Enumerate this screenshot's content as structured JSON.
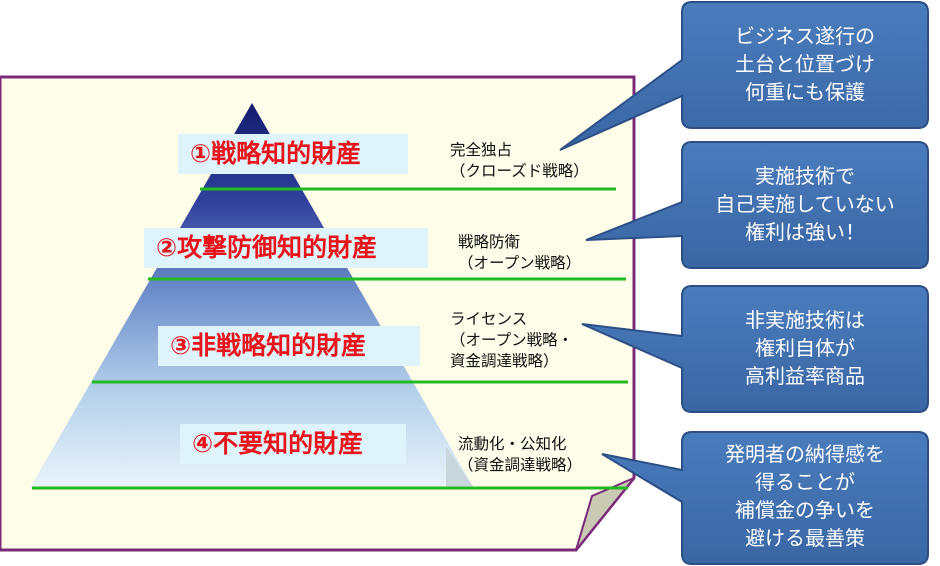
{
  "tiers": [
    {
      "label": "①戦略知的財産",
      "strategy": [
        "完全独占",
        "（クローズド戦略）"
      ]
    },
    {
      "label": "②攻撃防御知的財産",
      "strategy": [
        "戦略防衛",
        "（オープン戦略）"
      ]
    },
    {
      "label": "③非戦略知的財産",
      "strategy": [
        "ライセンス",
        "（オープン戦略・",
        "資金調達戦略）"
      ]
    },
    {
      "label": "④不要知的財産",
      "strategy": [
        "流動化・公知化",
        "（資金調達戦略）"
      ]
    }
  ],
  "callouts": [
    {
      "lines": [
        "ビジネス遂行の",
        "土台と位置づけ",
        "何重にも保護"
      ]
    },
    {
      "lines": [
        "実施技術で",
        "自己実施していない",
        "権利は強い！"
      ]
    },
    {
      "lines": [
        "非実施技術は",
        "権利自体が",
        "高利益率商品"
      ]
    },
    {
      "lines": [
        "発明者の納得感を",
        "得ることが",
        "補償金の争いを",
        "避ける最善策"
      ]
    }
  ],
  "colors": {
    "paper": "#fdfde9",
    "paper_border": "#7a2a78",
    "pyramid_top": "#1a237e",
    "pyramid_bottom": "#e3f0f8",
    "divider": "#22bb22",
    "label_bg": "#dff3fb",
    "label_text": "#e8141b",
    "callout_fill": "#3f6fae",
    "callout_border": "#2b4f86"
  }
}
